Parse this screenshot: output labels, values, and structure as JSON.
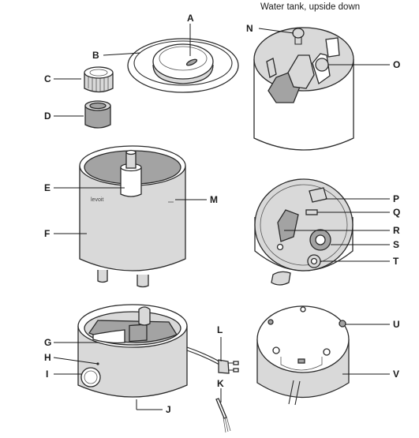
{
  "caption": "Water tank, upside down",
  "brand_mark": "levoit",
  "labels": {
    "A": "A",
    "B": "B",
    "C": "C",
    "D": "D",
    "E": "E",
    "F": "F",
    "G": "G",
    "H": "H",
    "I": "I",
    "J": "J",
    "K": "K",
    "L": "L",
    "M": "M",
    "N": "N",
    "O": "O",
    "P": "P",
    "Q": "Q",
    "R": "R",
    "S": "S",
    "T": "T",
    "U": "U",
    "V": "V"
  },
  "colors": {
    "line": "#2a2a2a",
    "fill_light": "#d9d9d9",
    "fill_dark": "#a3a3a3"
  }
}
